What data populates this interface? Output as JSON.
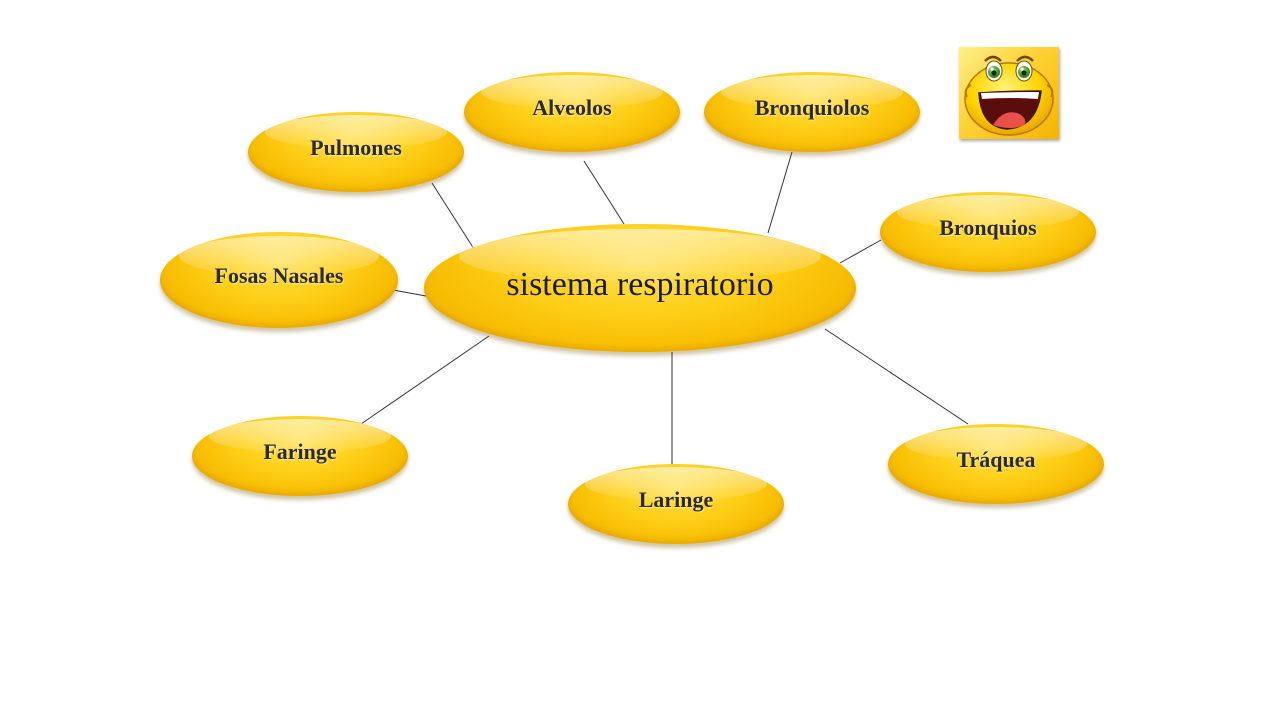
{
  "diagram": {
    "center": {
      "id": "center",
      "label": "sistema respiratorio"
    },
    "nodes": [
      {
        "id": "pulmones",
        "label": "Pulmones"
      },
      {
        "id": "alveolos",
        "label": "Alveolos"
      },
      {
        "id": "bronquiolos",
        "label": "Bronquiolos"
      },
      {
        "id": "bronquios",
        "label": "Bronquios"
      },
      {
        "id": "fosas-nasales",
        "label": "Fosas Nasales"
      },
      {
        "id": "faringe",
        "label": "Faringe"
      },
      {
        "id": "laringe",
        "label": "Laringe"
      },
      {
        "id": "traquea",
        "label": "Tráquea"
      }
    ],
    "edges": [
      [
        "center",
        "pulmones"
      ],
      [
        "center",
        "alveolos"
      ],
      [
        "center",
        "bronquiolos"
      ],
      [
        "center",
        "bronquios"
      ],
      [
        "center",
        "fosas-nasales"
      ],
      [
        "center",
        "faringe"
      ],
      [
        "center",
        "laringe"
      ],
      [
        "center",
        "traquea"
      ]
    ]
  },
  "colors": {
    "node_fill": "#f9c300",
    "connector": "#333333",
    "label_text": "#2b2b2b"
  },
  "decoration": {
    "icon": "laughing-smiley-icon"
  }
}
